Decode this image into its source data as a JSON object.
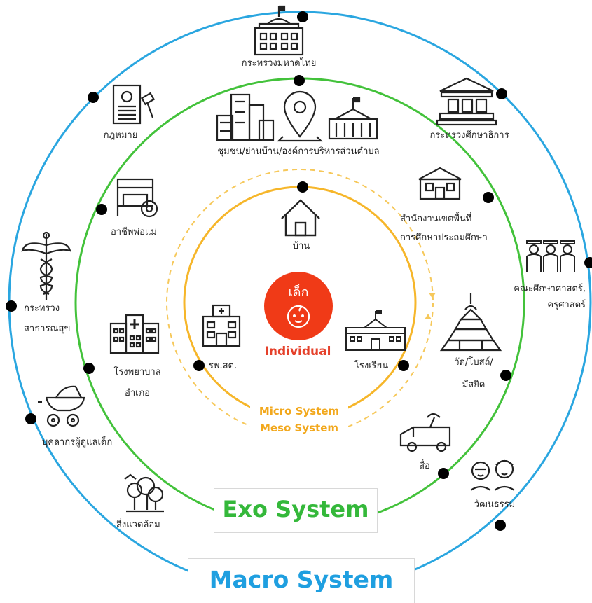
{
  "colors": {
    "macro_ring": "#2aa6e0",
    "exo_ring": "#43c23b",
    "micro_ring": "#f6b62a",
    "micro_dashed": "#f6c85a",
    "center": "#f03a17",
    "exo_text": "#34b83a",
    "macro_text": "#1f9fe0",
    "system_text": "#f2a81d"
  },
  "center": {
    "title": "เด็ก",
    "label": "Individual",
    "icon": "baby-face-icon"
  },
  "systems": {
    "micro": "Micro System",
    "meso": "Meso System",
    "exo": "Exo System",
    "macro": "Macro System"
  },
  "micro_items": {
    "home": {
      "label": "บ้าน",
      "icon": "house-icon"
    },
    "health_center": {
      "label": "รพ.สต.",
      "icon": "health-center-icon"
    },
    "school": {
      "label": "โรงเรียน",
      "icon": "school-icon"
    }
  },
  "exo_items": {
    "community": {
      "label": "ชุมชน/ย่านบ้าน/องค์การบริหารส่วนตำบล",
      "icon": "community-icon"
    },
    "parent_job": {
      "label": "อาชีพพ่อแม่",
      "icon": "food-cart-icon"
    },
    "hospital": {
      "label_1": "โรงพยาบาล",
      "label_2": "อำเภอ",
      "icon": "hospital-icon"
    },
    "environment": {
      "label": "สิ่งแวดล้อม",
      "icon": "trees-icon"
    },
    "media": {
      "label": "สื่อ",
      "icon": "broadcast-van-icon"
    },
    "temple": {
      "label_1": "วัด/โบสถ์/",
      "label_2": "มัสยิด",
      "icon": "temple-icon"
    },
    "area_office": {
      "label_1": "สำนักงานเขตพื้นที่",
      "label_2": "การศึกษาประถมศึกษา",
      "icon": "office-building-icon"
    }
  },
  "macro_items": {
    "interior": {
      "label": "กระทรวงมหาดไทย",
      "icon": "government-building-icon"
    },
    "education": {
      "label": "กระทรวงศึกษาธิการ",
      "icon": "ministry-building-icon"
    },
    "faculty": {
      "label_1": "คณะศึกษาศาสตร์,",
      "label_2": "ครุศาสตร์",
      "icon": "graduates-icon"
    },
    "culture": {
      "label": "วัฒนธรรม",
      "icon": "thai-people-icon"
    },
    "caregiver": {
      "label": "บุคลากรผู้ดูแลเด็ก",
      "icon": "stroller-icon"
    },
    "public_health": {
      "label_1": "กระทรวง",
      "label_2": "สาธารณสุข",
      "icon": "caduceus-icon"
    },
    "law": {
      "label": "กฎหมาย",
      "icon": "law-document-icon"
    }
  }
}
